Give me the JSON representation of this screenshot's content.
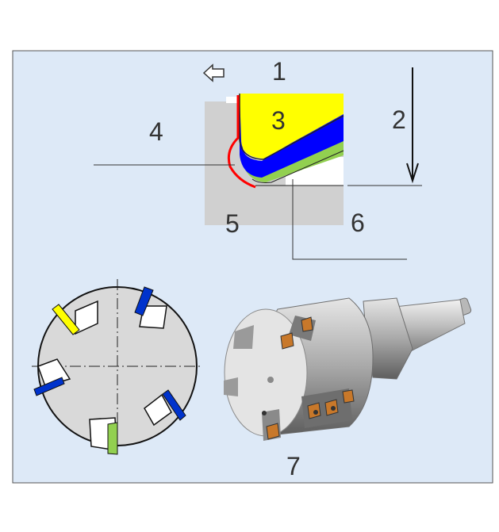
{
  "labels": {
    "l1": "1",
    "l2": "2",
    "l3": "3",
    "l4": "4",
    "l5": "5",
    "l6": "6",
    "l7": "7"
  },
  "colors": {
    "panel_bg": "#dde9f7",
    "panel_border": "#555555",
    "gray_block": "#d0d0d0",
    "yellow_layer": "#ffff00",
    "blue_layer": "#0000ff",
    "green_layer": "#92d050",
    "red_edge": "#ff0000",
    "insert_yellow": "#ffff00",
    "insert_blue": "#0033cc",
    "insert_green": "#92d050",
    "cutter_face": "#d9d9d9",
    "tool_body": "#a6a6a6",
    "tool_dark": "#6e6e6e",
    "insert_orange": "#c8782a"
  },
  "icons": {
    "feed_direction": "left-arrow-icon",
    "depth_arrow": "down-arrow-icon"
  }
}
